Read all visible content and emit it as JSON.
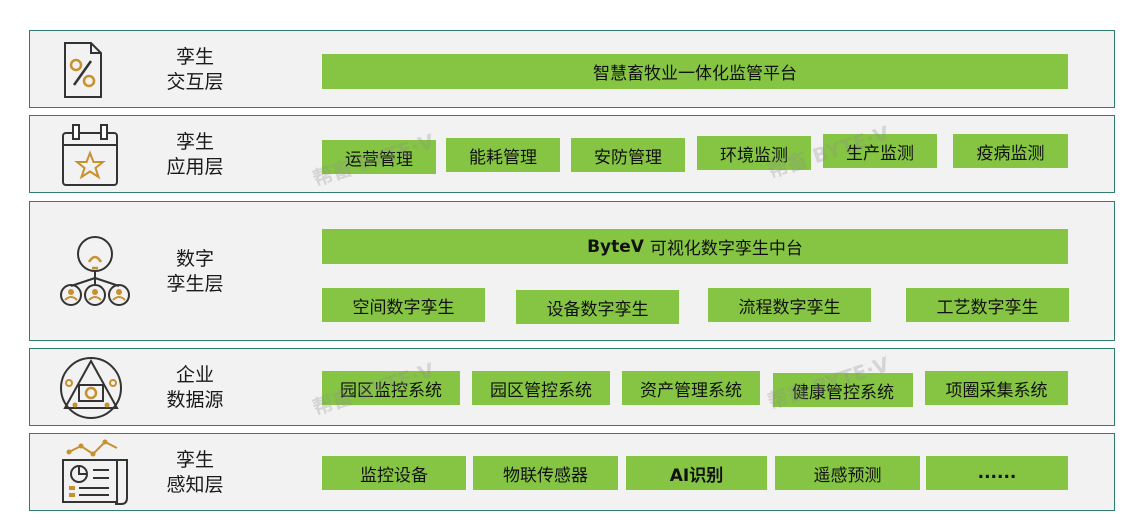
{
  "layers": [
    {
      "id": "interaction",
      "label_lines": [
        "孪生",
        "交互层"
      ],
      "icon": "percent-document-icon",
      "boxes": [
        "智慧畜牧业一体化监管平台"
      ]
    },
    {
      "id": "application",
      "label_lines": [
        "孪生",
        "应用层"
      ],
      "icon": "calendar-star-icon",
      "boxes": [
        "运营管理",
        "能耗管理",
        "安防管理",
        "环境监测",
        "生产监测",
        "疫病监测"
      ]
    },
    {
      "id": "digital-twin",
      "label_lines": [
        "数字",
        "孪生层"
      ],
      "icon": "lightbulb-network-icon",
      "platform": {
        "brand": "ByteV",
        "text": "可视化数字孪生中台"
      },
      "boxes": [
        "空间数字孪生",
        "设备数字孪生",
        "流程数字孪生",
        "工艺数字孪生"
      ]
    },
    {
      "id": "enterprise-data",
      "label_lines": [
        "企业",
        "数据源"
      ],
      "icon": "triangle-data-icon",
      "boxes": [
        "园区监控系统",
        "园区管控系统",
        "资产管理系统",
        "健康管控系统",
        "项圈采集系统"
      ]
    },
    {
      "id": "perception",
      "label_lines": [
        "孪生",
        "感知层"
      ],
      "icon": "report-chart-icon",
      "boxes": [
        "监控设备",
        "物联传感器",
        "AI识别",
        "遥感预测",
        "......"
      ]
    }
  ],
  "watermark": "帮畜 BYTE·V",
  "colors": {
    "border": "#2e7d6d",
    "box": "#86c544",
    "panel": "#f2f2f2"
  }
}
